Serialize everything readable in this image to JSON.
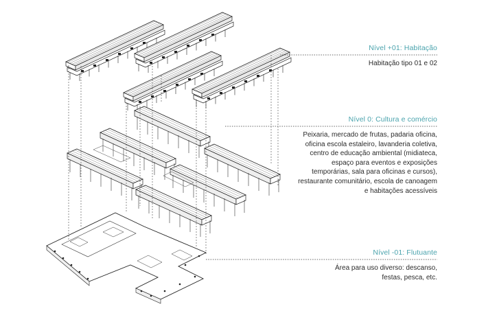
{
  "levels": [
    {
      "title": "Nível +01: Habitação",
      "description": [
        "Habitação tipo 01 e 02"
      ]
    },
    {
      "title": "Nível 0: Cultura e comércio",
      "description": [
        "Peixaria, mercado de frutas, padaria oficina,",
        "oficina escola estaleiro, lavanderia coletiva,",
        "centro de educação ambiental (midiateca,",
        "espaço para eventos e exposições",
        "temporárias, sala para oficinas e cursos),",
        "restaurante comunitário, escola de canoagem",
        "e habitações acessíveis"
      ]
    },
    {
      "title": "Nível -01: Flutuante",
      "description": [
        "Área para uso diverso: descanso,",
        "festas, pesca, etc."
      ]
    }
  ],
  "colors": {
    "accent": "#4aa3ad",
    "text": "#2b2b2b",
    "line": "#222222"
  }
}
